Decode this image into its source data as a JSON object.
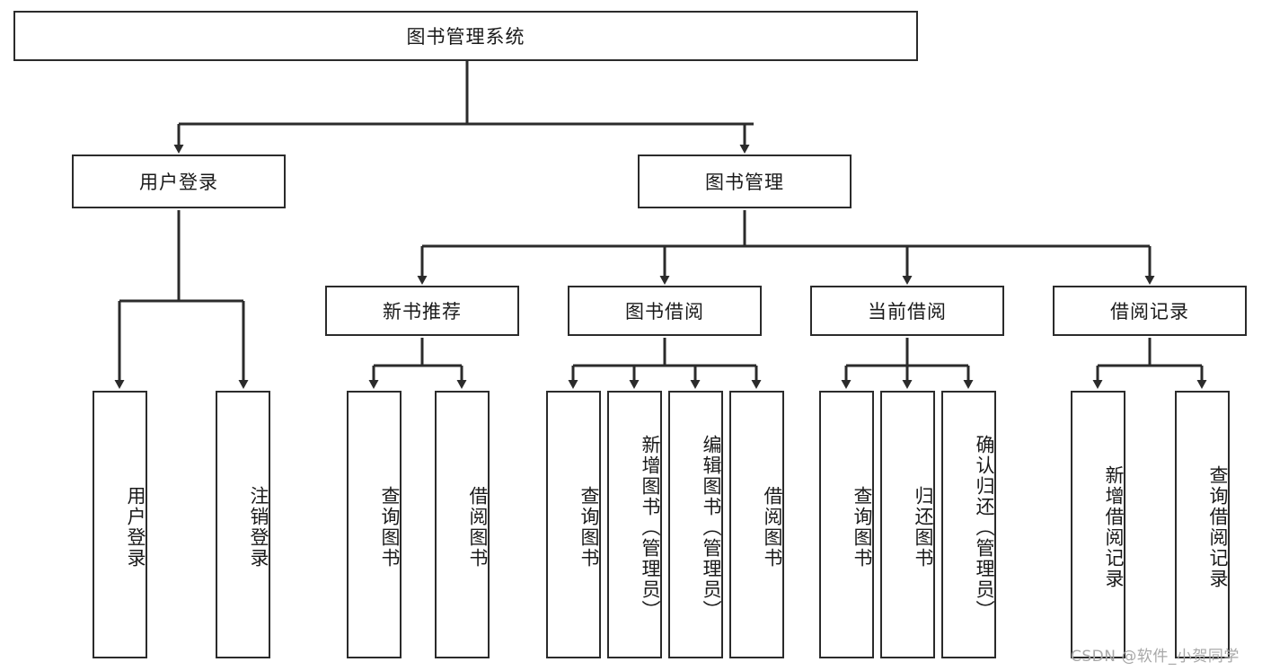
{
  "diagram": {
    "title": "图书管理系统",
    "type": "tree-hierarchy-diagram",
    "colors": {
      "box_border": "#2b2b2b",
      "box_fill": "#ffffff",
      "edge": "#2b2b2b",
      "background": "#ffffff",
      "watermark": "#a8a8a8"
    },
    "root": {
      "label": "图书管理系统"
    },
    "level1": [
      {
        "label": "用户登录"
      },
      {
        "label": "图书管理"
      }
    ],
    "level2": [
      {
        "label": "新书推荐"
      },
      {
        "label": "图书借阅"
      },
      {
        "label": "当前借阅"
      },
      {
        "label": "借阅记录"
      }
    ],
    "leaves": {
      "user_login": [
        {
          "label": "用户登录"
        },
        {
          "label": "注销登录"
        }
      ],
      "new_book_recommend": [
        {
          "label": "查询图书"
        },
        {
          "label": "借阅图书"
        }
      ],
      "book_borrow": [
        {
          "label": "查询图书"
        },
        {
          "label": "新增图书（管理员）"
        },
        {
          "label": "编辑图书（管理员）"
        },
        {
          "label": "借阅图书"
        }
      ],
      "current_borrow": [
        {
          "label": "查询图书"
        },
        {
          "label": "归还图书"
        },
        {
          "label": "确认归还（管理员）"
        }
      ],
      "borrow_record": [
        {
          "label": "新增借阅记录"
        },
        {
          "label": "查询借阅记录"
        }
      ]
    }
  },
  "watermark": {
    "text": "CSDN @软件_小贺同学"
  }
}
